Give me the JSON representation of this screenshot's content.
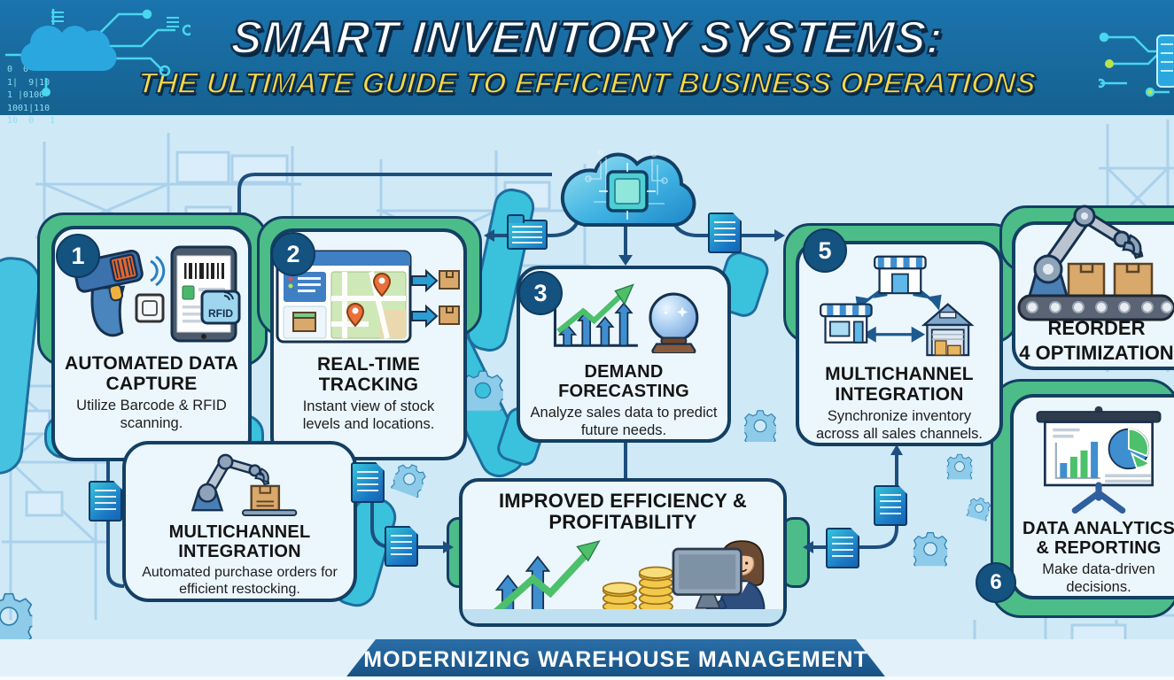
{
  "header": {
    "title": "SMART INVENTORY SYSTEMS:",
    "subtitle": "THE ULTIMATE GUIDE TO EFFICIENT BUSINESS OPERATIONS",
    "binary_left": "0  0\n1|  9|10\n1 |0100\n1001|110\n10  0   1"
  },
  "sections": {
    "s1": {
      "number": "1",
      "title": "AUTOMATED DATA CAPTURE",
      "description": "Utilize Barcode & RFID scanning.",
      "rfid_label": "RFID",
      "icon": "barcode-scanner-tablet-rfid"
    },
    "s2": {
      "number": "2",
      "title": "REAL-TIME TRACKING",
      "description": "Instant view of stock levels and locations.",
      "icon": "map-tracking-window-boxes"
    },
    "s3": {
      "number": "3",
      "title": "DEMAND FORECASTING",
      "description": "Analyze sales data to predict future needs.",
      "icon": "growth-chart-crystal-ball"
    },
    "s4": {
      "number": "4",
      "title_line1": "REORDER",
      "title_line2": "OPTIMIZATION",
      "icon": "robot-arm-conveyor-boxes"
    },
    "s5": {
      "number": "5",
      "title": "MULTICHANNEL INTEGRATION",
      "description": "Synchronize inventory across all sales channels.",
      "icon": "stores-warehouse-sync"
    },
    "s6": {
      "number": "6",
      "title": "DATA ANALYTICS & REPORTING",
      "description": "Make data-driven decisions.",
      "icon": "presentation-bar-pie-charts"
    },
    "purchase": {
      "title": "MULTICHANNEL INTEGRATION",
      "description": "Automated purchase orders for efficient restocking.",
      "icon": "robot-arm-box"
    },
    "outcome": {
      "title": "IMPROVED EFFICIENCY & PROFITABILITY",
      "icon": "growth-arrows-coins-analyst"
    }
  },
  "cloud": {
    "icon": "cloud-computing-chip"
  },
  "footer": {
    "banner": "MODERNIZING WAREHOUSE MANAGEMENT"
  },
  "colors": {
    "header_bg": "#16679e",
    "accent_yellow": "#f6d94a",
    "accent_green": "#4cbd88",
    "accent_teal": "#3ac2dc",
    "navy_outline": "#143f63",
    "card_bg": "#ecf7fd",
    "badge_bg": "#14527f",
    "background": "#cfe9f7"
  }
}
